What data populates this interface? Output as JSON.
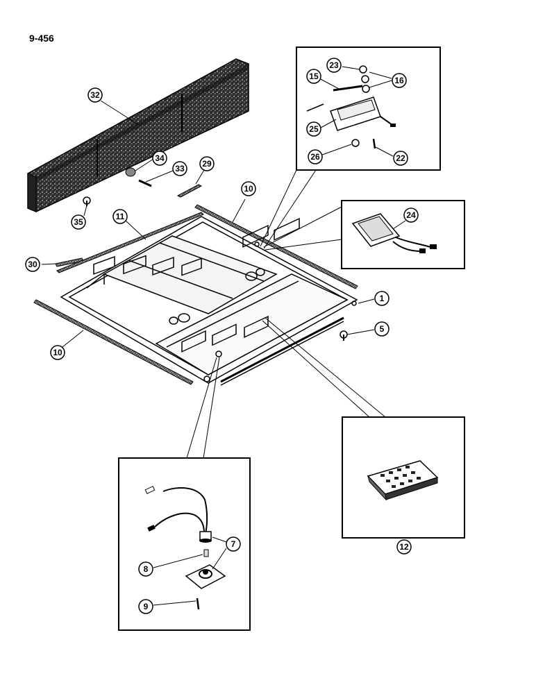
{
  "page_number": "9-456",
  "callouts": {
    "c1": "1",
    "c5": "5",
    "c7": "7",
    "c8": "8",
    "c9": "9",
    "c10a": "10",
    "c10b": "10",
    "c11": "11",
    "c12": "12",
    "c15": "15",
    "c16": "16",
    "c22": "22",
    "c23": "23",
    "c24": "24",
    "c25": "25",
    "c26": "26",
    "c29": "29",
    "c30": "30",
    "c32": "32",
    "c33": "33",
    "c34": "34",
    "c35": "35"
  },
  "colors": {
    "ink": "#000000",
    "paper": "#ffffff",
    "texture": "#3a3a3a"
  }
}
